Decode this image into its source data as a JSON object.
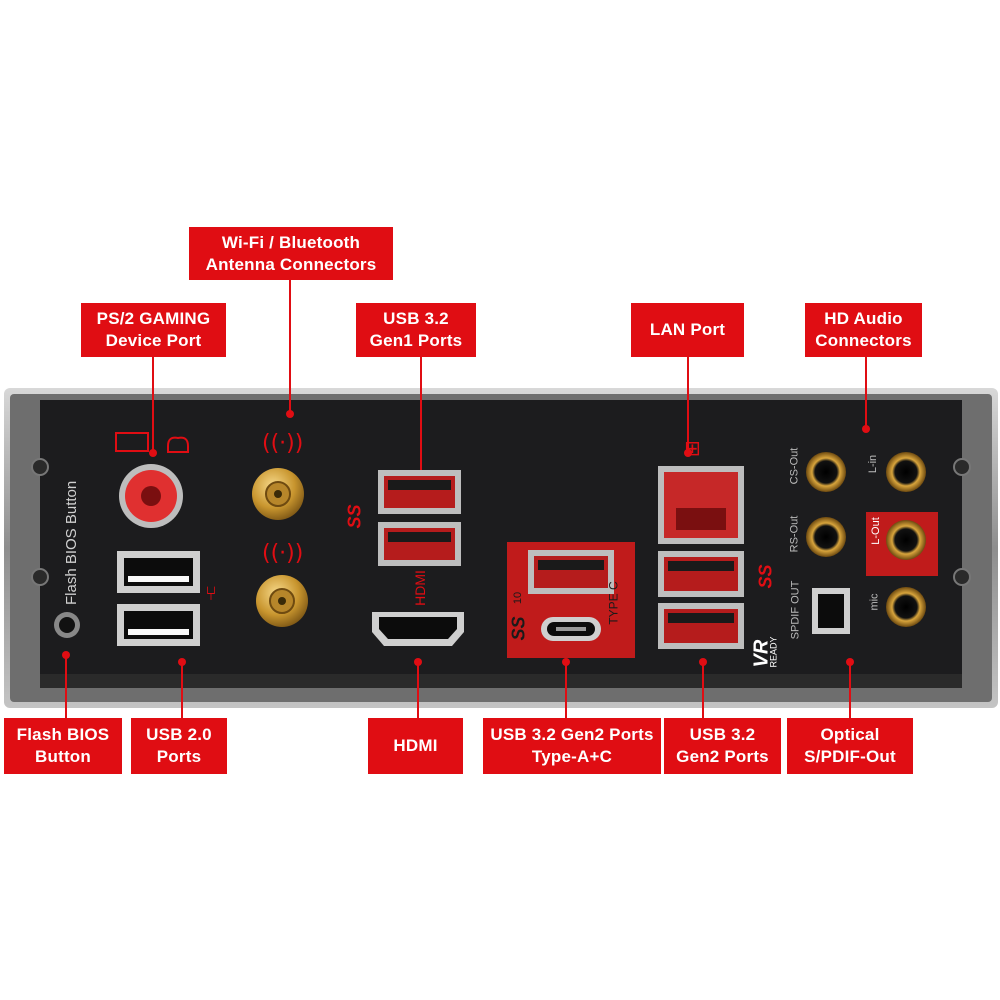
{
  "callouts": {
    "wifi": [
      "Wi-Fi / Bluetooth",
      "Antenna Connectors"
    ],
    "ps2": [
      "PS/2 GAMING",
      "Device Port"
    ],
    "usb32g1": [
      "USB 3.2",
      "Gen1 Ports"
    ],
    "lan": [
      "LAN Port"
    ],
    "hdaudio": [
      "HD Audio",
      "Connectors"
    ],
    "flash": [
      "Flash BIOS",
      "Button"
    ],
    "usb20": [
      "USB 2.0",
      "Ports"
    ],
    "hdmi": [
      "HDMI"
    ],
    "usb32g2ac": [
      "USB 3.2 Gen2 Ports",
      "Type-A+C"
    ],
    "usb32g2": [
      "USB 3.2",
      "Gen2 Ports"
    ],
    "optical": [
      "Optical",
      "S/PDIF-Out"
    ]
  },
  "panel_labels": {
    "flash_bios": "Flash BIOS Button",
    "hdmi": "HDMI",
    "type_c": "TYPE C",
    "cs_out": "CS-Out",
    "rs_out": "RS-Out",
    "spdif_out": "SPDIF OUT",
    "l_in": "L-in",
    "l_out": "L-Out",
    "mic": "mic",
    "vr": "VR",
    "ready": "READY",
    "ss": "SS",
    "ten": "10"
  },
  "colors": {
    "accent": "#e00d13",
    "panel": "#1c1c1e",
    "frame": "#9a9a9a",
    "gold": "#c8952e"
  }
}
